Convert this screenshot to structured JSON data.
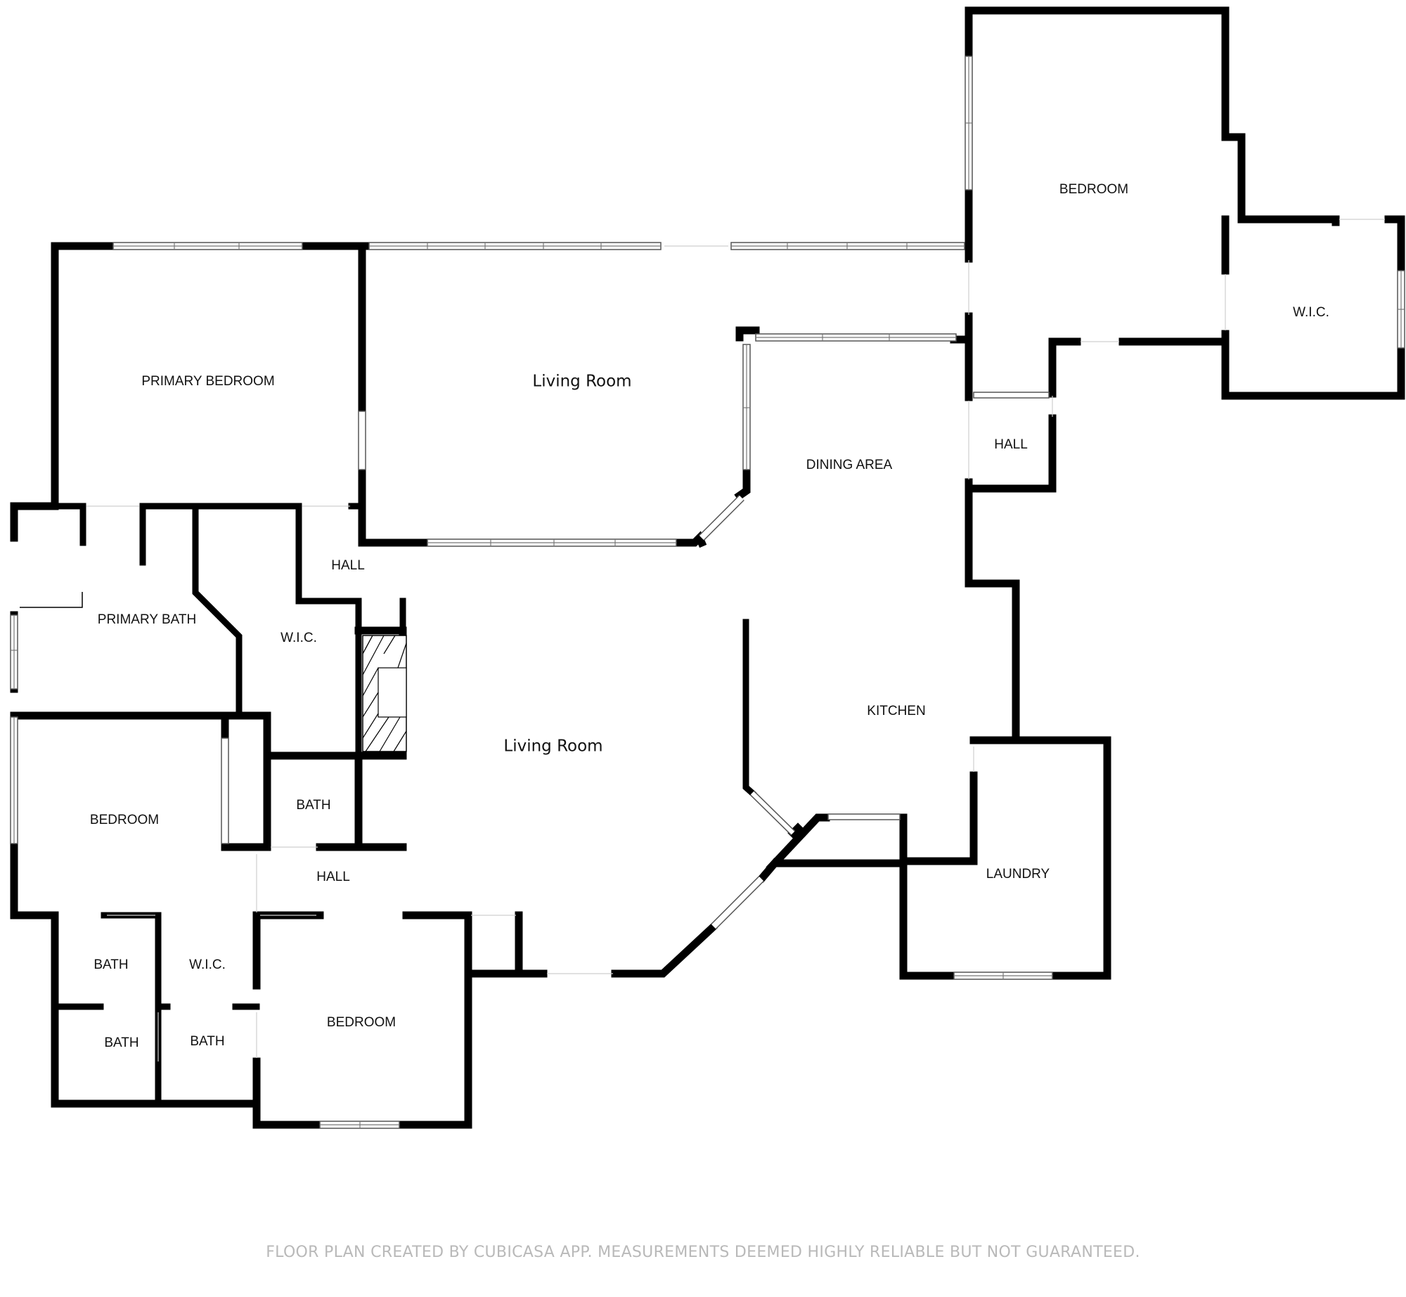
{
  "rooms": {
    "primary_bedroom": "PRIMARY BEDROOM",
    "living_room_north": "Living Room",
    "bedroom_northeast": "BEDROOM",
    "wic_northeast": "W.I.C.",
    "dining_area": "DINING AREA",
    "hall_northeast": "HALL",
    "hall_central": "HALL",
    "primary_bath": "PRIMARY BATH",
    "wic_primary": "W.I.C.",
    "living_room_main": "Living Room",
    "kitchen": "KITCHEN",
    "bedroom_west": "BEDROOM",
    "bath_central": "BATH",
    "hall_south": "HALL",
    "laundry": "LAUNDRY",
    "bath_sw_1": "BATH",
    "wic_south": "W.I.C.",
    "bath_sw_2": "BATH",
    "bath_sw_3": "BATH",
    "bedroom_south": "BEDROOM"
  },
  "footer": "FLOOR PLAN CREATED BY CUBICASA APP. MEASUREMENTS DEEMED HIGHLY RELIABLE BUT NOT GUARANTEED.",
  "colors": {
    "wall": "#000000",
    "window": "#ffffff",
    "footer_text": "#b9b9b9"
  }
}
